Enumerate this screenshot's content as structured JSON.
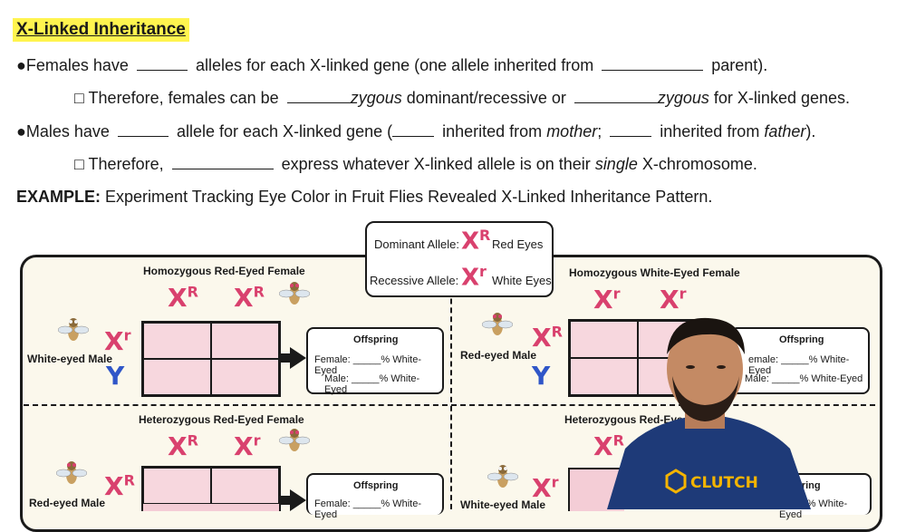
{
  "title": "X-Linked Inheritance",
  "bullets": {
    "b1_a": "●Females have",
    "b1_b": "alleles for each X-linked gene (one allele inherited from",
    "b1_c": "parent).",
    "b2_a": "□ Therefore, females can be",
    "b2_b": "zygous",
    "b2_c": "dominant/recessive or",
    "b2_d": "zygous",
    "b2_e": "for X-linked genes.",
    "b3_a": "●Males have",
    "b3_b": "allele for each X-linked gene (",
    "b3_c": "inherited from",
    "b3_d": "mother",
    "b3_e": ";",
    "b3_f": "inherited from",
    "b3_g": "father",
    "b3_h": ").",
    "b4_a": "□ Therefore,",
    "b4_b": "express whatever X-linked allele is on their",
    "b4_c": "single",
    "b4_d": "X-chromosome."
  },
  "example": {
    "label": "EXAMPLE:",
    "text": "Experiment Tracking Eye Color in Fruit Flies Revealed X-Linked Inheritance Pattern."
  },
  "legend": {
    "dominant_label": "Dominant Allele:",
    "dominant_sup": "R",
    "dominant_desc": "Red Eyes",
    "recessive_label": "Recessive Allele:",
    "recessive_sup": "r",
    "recessive_desc": "White Eyes"
  },
  "symbols": {
    "x": "X",
    "y": "Y",
    "R": "R",
    "r": "r"
  },
  "quadrants": {
    "q1_female": "Homozygous Red-Eyed Female",
    "q1_male": "White-eyed Male",
    "q2_female": "Homozygous White-Eyed Female",
    "q2_male": "Red-eyed Male",
    "q3_female": "Heterozygous Red-Eyed Female",
    "q3_male": "Red-eyed Male",
    "q4_female": "Heterozygous Red-Eye",
    "q4_male": "White-eyed Male"
  },
  "offspring": {
    "title": "Offspring",
    "female": "Female: _____% White-Eyed",
    "male": "Male: _____% White-Eyed",
    "female_cut": "emale: _____% White-Eyed",
    "male_cut": "Male: _____% White-Eyed",
    "title_cut": "spring",
    "female_cut2": "_____% White-Eyed"
  },
  "presenter": {
    "shirt_text": "CLUTCH",
    "shirt_color": "#1e3a78"
  },
  "colors": {
    "highlight": "#fff44f",
    "allele": "#d9416e",
    "y": "#2f56c8",
    "punnett": "#f4cdd6"
  }
}
